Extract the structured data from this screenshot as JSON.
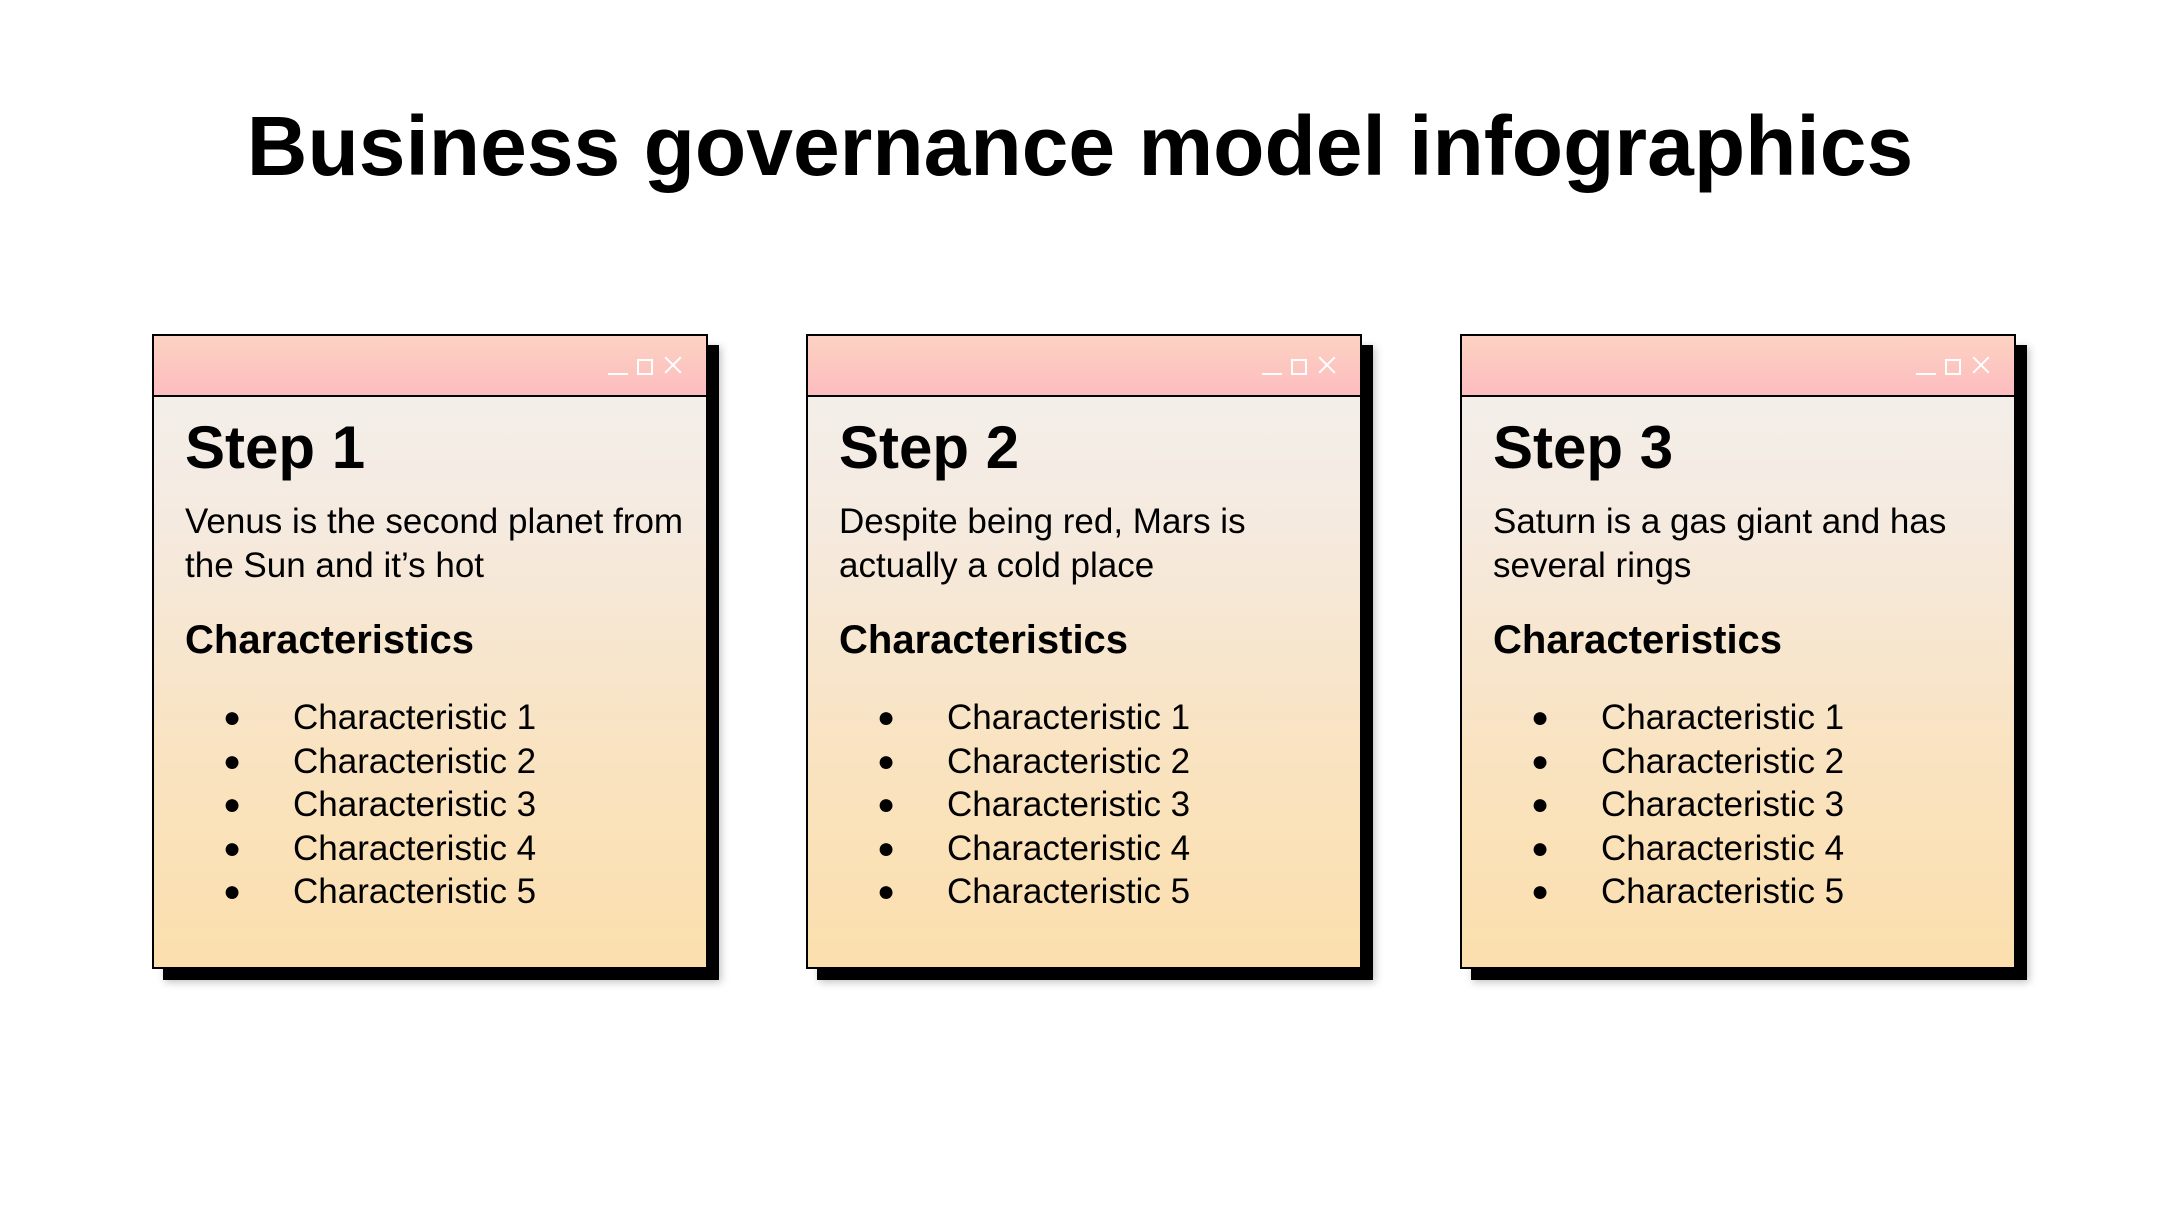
{
  "title": "Business governance model infographics",
  "cards": [
    {
      "step": "Step 1",
      "description": "Venus is the second planet from the Sun and it’s hot",
      "characteristics_heading": "Characteristics",
      "characteristics": [
        "Characteristic 1",
        "Characteristic 2",
        "Characteristic 3",
        "Characteristic 4",
        "Characteristic 5"
      ]
    },
    {
      "step": "Step 2",
      "description": "Despite being red, Mars is actually a cold place",
      "characteristics_heading": "Characteristics",
      "characteristics": [
        "Characteristic 1",
        "Characteristic 2",
        "Characteristic 3",
        "Characteristic 4",
        "Characteristic 5"
      ]
    },
    {
      "step": "Step 3",
      "description": "Saturn is a gas giant and has several rings",
      "characteristics_heading": "Characteristics",
      "characteristics": [
        "Characteristic 1",
        "Characteristic 2",
        "Characteristic 3",
        "Characteristic 4",
        "Characteristic 5"
      ]
    }
  ],
  "bullet_glyph": "●",
  "icons": {
    "window_controls": [
      "minimize-icon",
      "maximize-icon",
      "close-icon"
    ]
  },
  "colors": {
    "titlebar_top": "#fcd2c2",
    "titlebar_bottom": "#fdbcbf",
    "card_top": "#f3f1ef",
    "card_bottom": "#fbdfad",
    "border_shadow": "#000000",
    "control_glyph": "#ffffff"
  }
}
